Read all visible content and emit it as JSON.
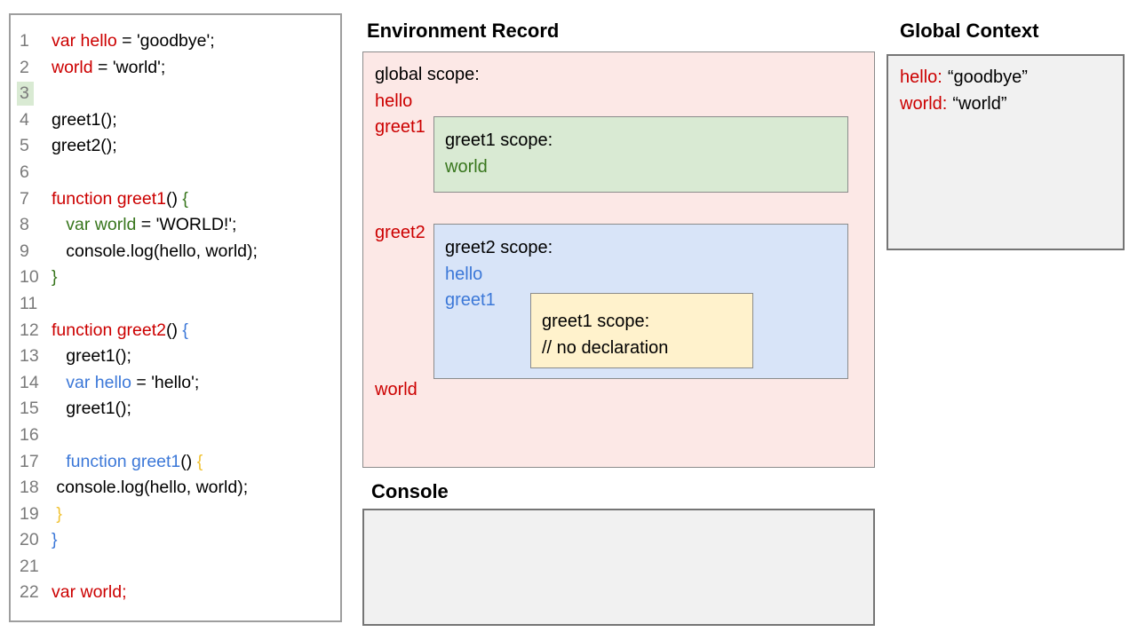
{
  "code_panel": {
    "lines": [
      {
        "num": "1",
        "segments": [
          {
            "text": "var hello",
            "color": "red"
          },
          {
            "text": " = 'goodbye';",
            "color": "black"
          }
        ]
      },
      {
        "num": "2",
        "segments": [
          {
            "text": "world",
            "color": "red"
          },
          {
            "text": " = 'world';",
            "color": "black"
          }
        ]
      },
      {
        "num": "3",
        "highlighted": true,
        "segments": []
      },
      {
        "num": "4",
        "segments": [
          {
            "text": "greet1();",
            "color": "black"
          }
        ]
      },
      {
        "num": "5",
        "segments": [
          {
            "text": "greet2();",
            "color": "black"
          }
        ]
      },
      {
        "num": "6",
        "segments": []
      },
      {
        "num": "7",
        "segments": [
          {
            "text": "function greet1",
            "color": "red"
          },
          {
            "text": "() ",
            "color": "black"
          },
          {
            "text": "{",
            "color": "green"
          }
        ]
      },
      {
        "num": "8",
        "segments": [
          {
            "text": "   ",
            "color": "black"
          },
          {
            "text": "var world",
            "color": "green"
          },
          {
            "text": " = 'WORLD!';",
            "color": "black"
          }
        ]
      },
      {
        "num": "9",
        "segments": [
          {
            "text": "   console.log(hello, world);",
            "color": "black"
          }
        ]
      },
      {
        "num": "10",
        "segments": [
          {
            "text": "}",
            "color": "green"
          }
        ]
      },
      {
        "num": "11",
        "segments": []
      },
      {
        "num": "12",
        "segments": [
          {
            "text": "function greet2",
            "color": "red"
          },
          {
            "text": "() ",
            "color": "black"
          },
          {
            "text": "{",
            "color": "blue"
          }
        ]
      },
      {
        "num": "13",
        "segments": [
          {
            "text": "   greet1();",
            "color": "black"
          }
        ]
      },
      {
        "num": "14",
        "segments": [
          {
            "text": "   ",
            "color": "black"
          },
          {
            "text": "var hello",
            "color": "blue"
          },
          {
            "text": " = 'hello';",
            "color": "black"
          }
        ]
      },
      {
        "num": "15",
        "segments": [
          {
            "text": "   greet1();",
            "color": "black"
          }
        ]
      },
      {
        "num": "16",
        "segments": []
      },
      {
        "num": "17",
        "segments": [
          {
            "text": "   ",
            "color": "black"
          },
          {
            "text": "function greet1",
            "color": "blue"
          },
          {
            "text": "() ",
            "color": "black"
          },
          {
            "text": "{",
            "color": "yellow"
          }
        ]
      },
      {
        "num": "18",
        "segments": [
          {
            "text": " console.log(hello, world);",
            "color": "black"
          }
        ]
      },
      {
        "num": "19",
        "segments": [
          {
            "text": " ",
            "color": "black"
          },
          {
            "text": "}",
            "color": "yellow"
          }
        ]
      },
      {
        "num": "20",
        "segments": [
          {
            "text": "}",
            "color": "blue"
          }
        ]
      },
      {
        "num": "21",
        "segments": []
      },
      {
        "num": "22",
        "segments": [
          {
            "text": "var world;",
            "color": "red"
          }
        ]
      }
    ]
  },
  "environment_record": {
    "title": "Environment Record",
    "global_scope": {
      "label": "global scope:",
      "var_hello": "hello",
      "var_greet1": "greet1",
      "var_greet2": "greet2",
      "var_world": "world"
    },
    "greet1_scope": {
      "label": "greet1 scope:",
      "var_world": "world"
    },
    "greet2_scope": {
      "label": "greet2 scope:",
      "var_hello": "hello",
      "var_greet1": "greet1"
    },
    "nested_greet1_scope": {
      "label": "greet1 scope:",
      "comment": "// no declaration"
    }
  },
  "console_panel": {
    "title": "Console"
  },
  "global_context": {
    "title": "Global Context",
    "entries": [
      {
        "name": "hello:",
        "value": "“goodbye”"
      },
      {
        "name": "world:",
        "value": "“world”"
      }
    ]
  },
  "colors": {
    "red": "#cc0000",
    "green": "#38761d",
    "blue": "#3c78d8",
    "yellow": "#f1c232",
    "gray_line_number": "#7a7a7a",
    "pink_bg": "#fce8e6",
    "green_bg": "#d9ead3",
    "blue_bg": "#d8e4f8",
    "yellow_bg": "#fff2cc",
    "gray_bg": "#f1f1f1",
    "line3_highlight": "#d9ead3"
  }
}
